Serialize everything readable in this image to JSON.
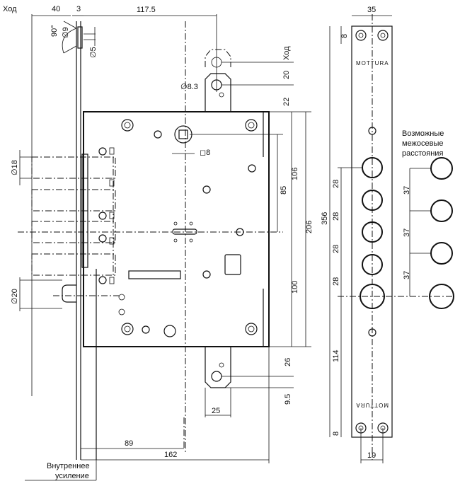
{
  "drawing": {
    "type": "technical-drawing",
    "subject": "Mortise lock with front plate and strike plate",
    "labels": {
      "stroke_top_left": "Ход",
      "stroke_latch": "Ход",
      "possible_spacing_line1": "Возможные",
      "possible_spacing_line2": "межосевые",
      "possible_spacing_line3": "расстояния",
      "internal_reinforcement_line1": "Внутреннее",
      "internal_reinforcement_line2": "усиление",
      "brand_top": "MOTTURA",
      "brand_bottom": "MOTTURA"
    },
    "dimensions": {
      "d40": "40",
      "d3": "3",
      "d117_5": "117.5",
      "angle90": "90°",
      "dia9": "∅9",
      "dia5": "∅5",
      "d20_latch": "20",
      "dia8_3": "∅8.3",
      "d22": "22",
      "sq8": "◻8",
      "d85": "85",
      "d106": "106",
      "d206": "206",
      "d100": "100",
      "d26": "26",
      "d9_5": "9.5",
      "d25": "25",
      "dia18": "∅18",
      "dia20": "∅20",
      "d89": "89",
      "d162": "162",
      "d35": "35",
      "d8_top": "8",
      "d356": "356",
      "d28_1": "28",
      "d28_2": "28",
      "d28_3": "28",
      "d28_4": "28",
      "d114": "114",
      "d8_bottom": "8",
      "d19": "19",
      "d37_1": "37",
      "d37_2": "37",
      "d37_3": "37"
    }
  }
}
